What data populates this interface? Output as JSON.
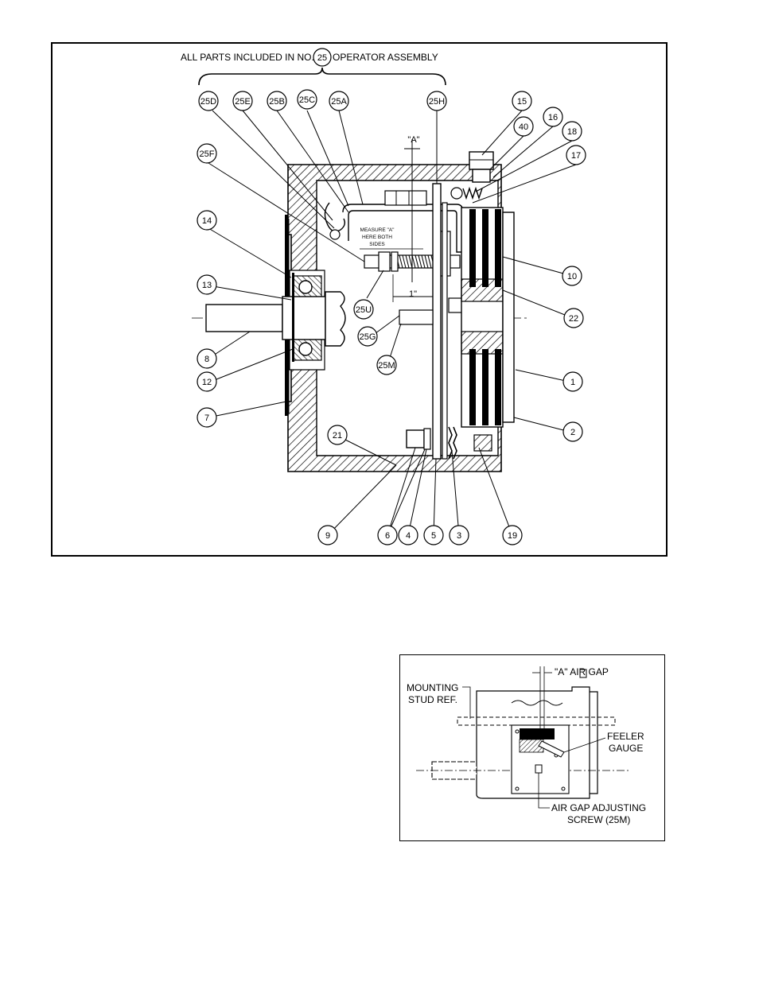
{
  "main_figure": {
    "header": {
      "prefix": "ALL PARTS INCLUDED IN NO.",
      "number": "25",
      "suffix": "OPERATOR ASSEMBLY"
    },
    "dimension_a": "\"A\"",
    "measure_note": [
      "MEASURE \"A\"",
      "HERE BOTH",
      "SIDES"
    ],
    "dimension_1in": "1\"",
    "callouts": [
      "25D",
      "25E",
      "25B",
      "25C",
      "25A",
      "25H",
      "15",
      "40",
      "16",
      "18",
      "17",
      "25F",
      "14",
      "10",
      "13",
      "22",
      "8",
      "12",
      "1",
      "7",
      "2",
      "21",
      "25U",
      "25G",
      "25M",
      "9",
      "6",
      "4",
      "5",
      "3",
      "19"
    ]
  },
  "inset_figure": {
    "air_gap_label": "\"A\" AIR GAP",
    "mounting_label": [
      "MOUNTING",
      "STUD REF."
    ],
    "feeler_label": [
      "FEELER",
      "GAUGE"
    ],
    "screw_label": [
      "AIR GAP ADJUSTING",
      "SCREW (25M)"
    ]
  },
  "colors": {
    "line": "#000000",
    "hatch": "#000000",
    "background": "#ffffff"
  }
}
